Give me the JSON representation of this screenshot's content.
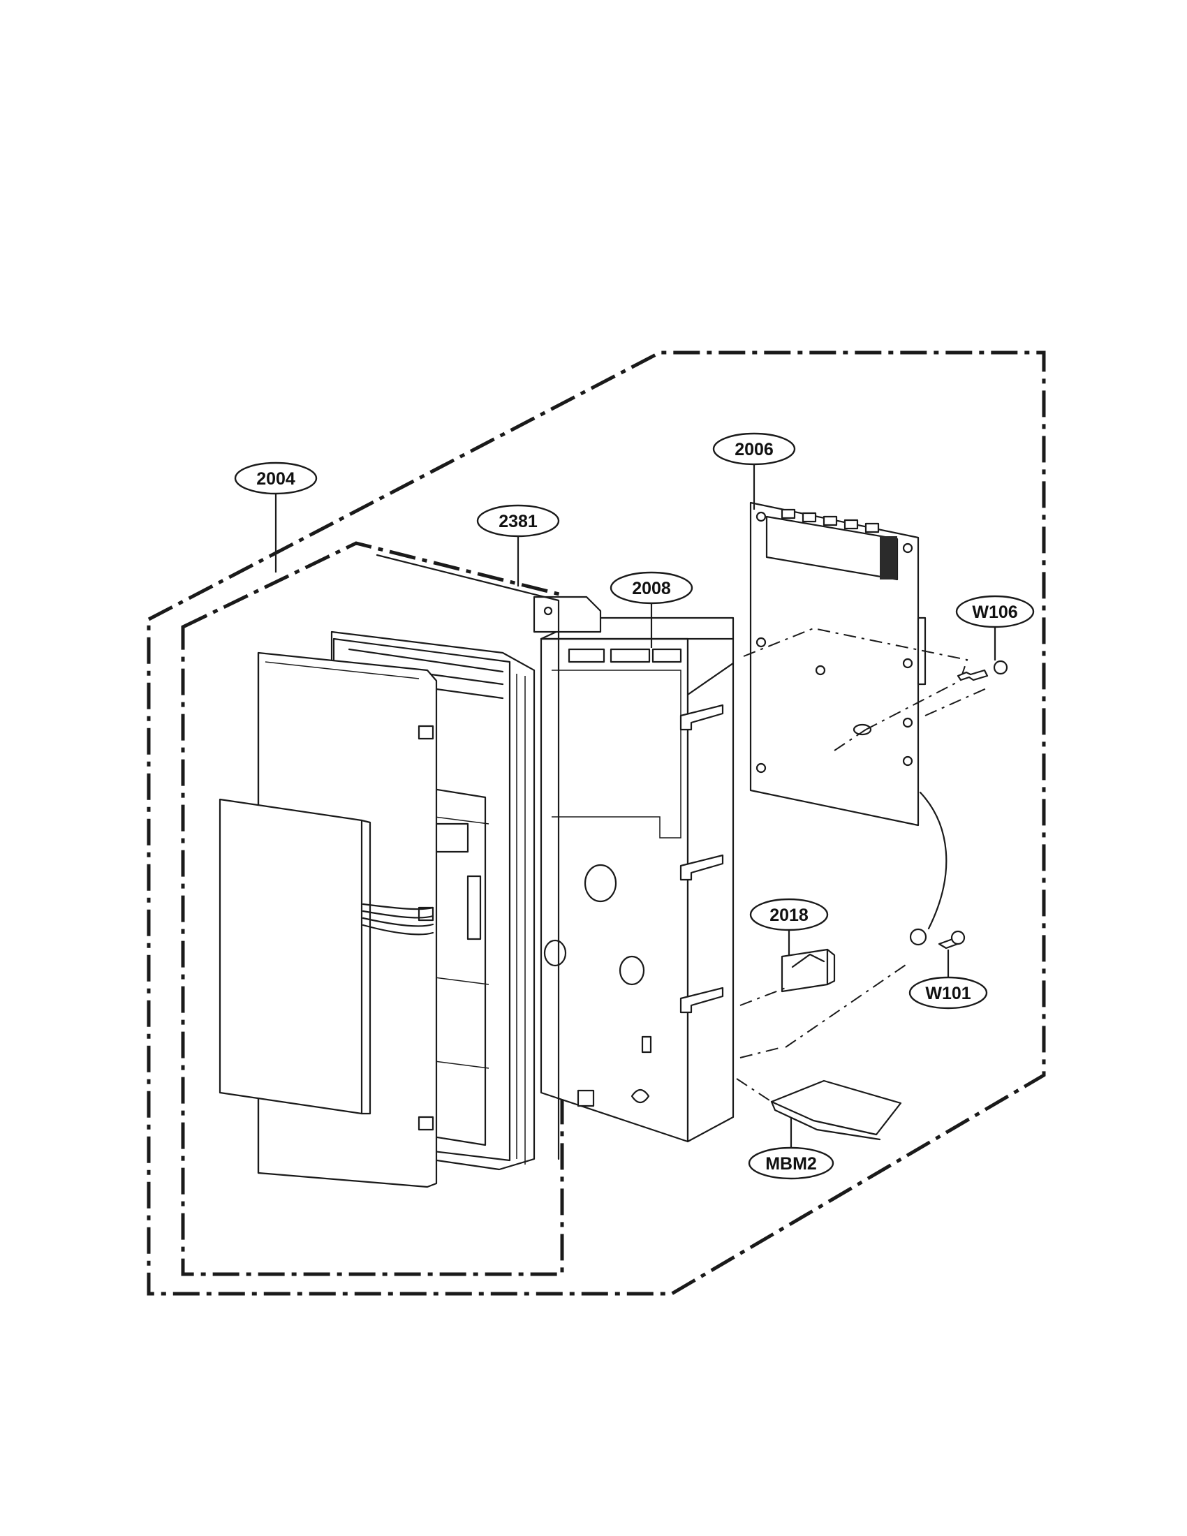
{
  "diagram": {
    "labels": {
      "p2004": "2004",
      "p2381": "2381",
      "p2008": "2008",
      "p2006": "2006",
      "w106": "W106",
      "p2018": "2018",
      "w101": "W101",
      "mbm2": "MBM2"
    }
  }
}
